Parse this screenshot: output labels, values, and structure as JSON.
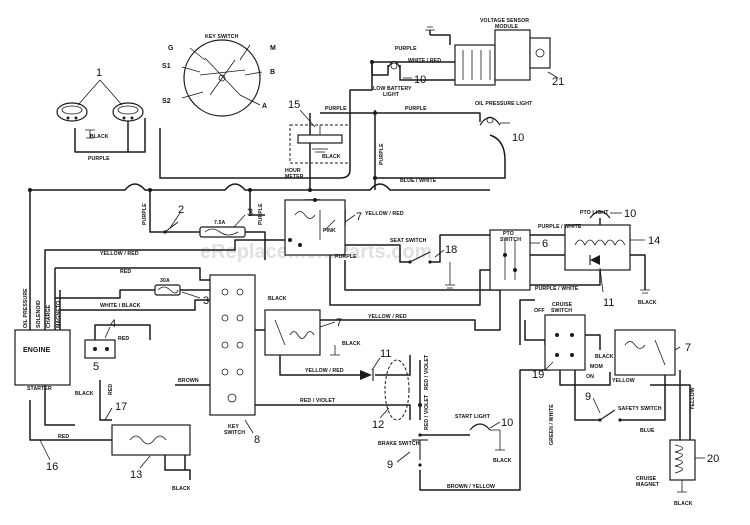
{
  "watermark": "eReplacementParts.com",
  "labels": {
    "key_switch_title": "KEY SWITCH",
    "key_g": "G",
    "key_m": "M",
    "key_s1": "S1",
    "key_b": "B",
    "key_s2": "S2",
    "key_a": "A",
    "voltage_sensor": "VOLTAGE SENSOR",
    "module": "MODULE",
    "purple_top": "PURPLE",
    "white_red_top": "WHITE / RED",
    "low_battery": "LOW BATTERY",
    "light": "LIGHT",
    "oil_pressure_light": "OIL PRESSURE LIGHT",
    "purple_a": "PURPLE",
    "purple_b": "PURPLE",
    "black_hm": "BLACK",
    "hour": "HOUR",
    "meter": "METER",
    "black_lights": "BLACK",
    "purple_lights": "PURPLE",
    "purple_vert_mid": "PURPLE",
    "blue_white": "BLUE / WHITE",
    "purple_vert_left": "PURPLE",
    "fuse_7_5a": "7.5A",
    "purple_vert_fuse": "PURPLE",
    "yellow_red_top": "YELLOW / RED",
    "pink": "PINK",
    "seat_switch": "SEAT SWITCH",
    "purple_mid": "PURPLE",
    "pto": "PTO",
    "switch_pto": "SWITCH",
    "pto_light": "PTO LIGHT",
    "purple_white_pto": "PURPLE / WHITE",
    "purple_white_bottom": "PURPLE / WHITE",
    "black_pto": "BLACK",
    "yellow_red_left": "YELLOW / RED",
    "red_mid": "RED",
    "fuse_30a": "30A",
    "white_black": "WHITE / BLACK",
    "black_left": "BLACK",
    "yellow_red_mid": "YELLOW / RED",
    "oil_pressure_side": "OIL PRESSURE",
    "solenoid": "SOLENOID",
    "charge": "CHARGE",
    "magneto": "MAGNETO",
    "engine": "ENGINE",
    "starter": "STARTER",
    "red_engine": "RED",
    "black_engine": "BLACK",
    "red_vert": "RED",
    "brown": "BROWN",
    "black_relay7": "BLACK",
    "yellow_red_low": "YELLOW / RED",
    "red_violet_h": "RED / VIOLET",
    "red_violet_v": "RED / VIOLET",
    "red_violet_v2": "RED / VIOLET",
    "key_switch_bottom_1": "KEY",
    "key_switch_bottom_2": "SWITCH",
    "red_bottom": "RED",
    "black_bottom": "BLACK",
    "brake_switch": "BRAKE SWITCH",
    "start_light": "START LIGHT",
    "black_start": "BLACK",
    "brown_yellow": "BROWN / YELLOW",
    "off": "OFF",
    "cruise": "CRUISE",
    "switch_cruise": "SWITCH",
    "on": "ON",
    "mom": "MOM",
    "black_cruise": "BLACK",
    "yellow_cruise": "YELLOW",
    "green_white": "GREEN / WHITE",
    "safety_switch": "SAFETY SWITCH",
    "blue": "BLUE",
    "yellow_vert": "YELLOW",
    "cruise_magnet_1": "CRUISE",
    "cruise_magnet_2": "MAGNET",
    "black_magnet": "BLACK"
  },
  "callouts": {
    "n1": "1",
    "n2": "2",
    "n3a": "3",
    "n3b": "3",
    "n4": "4",
    "n5": "5",
    "n6": "6",
    "n7a": "7",
    "n7b": "7",
    "n7c": "7",
    "n8": "8",
    "n9a": "9",
    "n9b": "9",
    "n10a": "10",
    "n10b": "10",
    "n10c": "10",
    "n10d": "10",
    "n11a": "11",
    "n11b": "11",
    "n12": "12",
    "n13": "13",
    "n14": "14",
    "n15": "15",
    "n16": "16",
    "n17": "17",
    "n18": "18",
    "n19": "19",
    "n20": "20",
    "n21": "21"
  }
}
